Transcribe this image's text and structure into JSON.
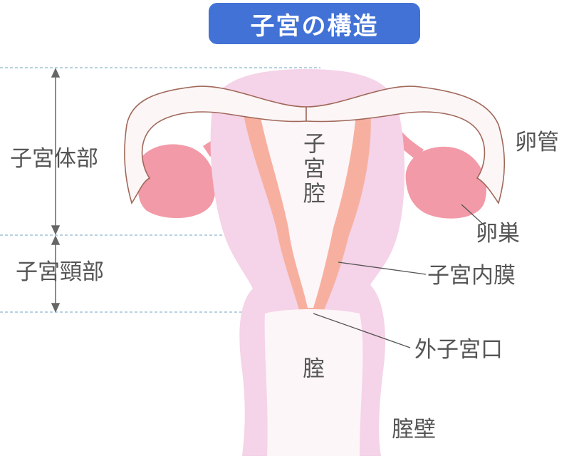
{
  "title": "子宮の構造",
  "labels": {
    "uterine_body": "子宮体部",
    "cervix": "子宮頸部",
    "uterine_cavity": "子宮腔",
    "fallopian_tube": "卵管",
    "ovary": "卵巣",
    "endometrium": "子宮内膜",
    "external_os": "外子宮口",
    "vagina": "腟",
    "vaginal_wall": "腟壁"
  },
  "colors": {
    "title_bg": "#4272d6",
    "uterus": "#f5d3e8",
    "endometrium": "#f7b0a0",
    "ovary": "#f29aa8",
    "tube_outline": "#a0685a",
    "guide_line": "#8ab8d0"
  }
}
